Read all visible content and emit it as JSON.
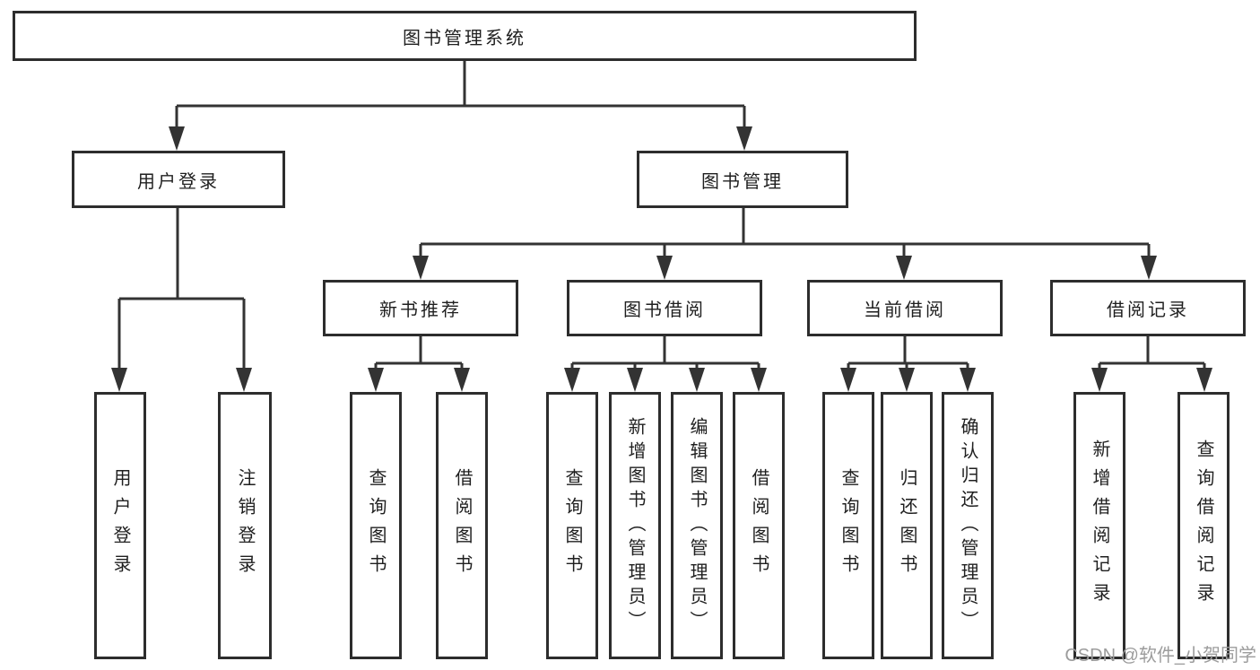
{
  "colors": {
    "line": "#333333",
    "box_border": "#2d2d2d",
    "text": "#1f1f1f",
    "watermark": "#9c9c9c",
    "background": "#ffffff"
  },
  "tree": {
    "root": "图书管理系统",
    "children": [
      {
        "label": "用户登录",
        "children": [
          {
            "label": "用户登录"
          },
          {
            "label": "注销登录"
          }
        ]
      },
      {
        "label": "图书管理",
        "children": [
          {
            "label": "新书推荐",
            "children": [
              {
                "label": "查询图书"
              },
              {
                "label": "借阅图书"
              }
            ]
          },
          {
            "label": "图书借阅",
            "children": [
              {
                "label": "查询图书"
              },
              {
                "label": "新增图书（管理员）"
              },
              {
                "label": "编辑图书（管理员）"
              },
              {
                "label": "借阅图书"
              }
            ]
          },
          {
            "label": "当前借阅",
            "children": [
              {
                "label": "查询图书"
              },
              {
                "label": "归还图书"
              },
              {
                "label": "确认归还（管理员）"
              }
            ]
          },
          {
            "label": "借阅记录",
            "children": [
              {
                "label": "新增借阅记录"
              },
              {
                "label": "查询借阅记录"
              }
            ]
          }
        ]
      }
    ]
  },
  "watermark": {
    "text": "CSDN @软件_小贺同学"
  }
}
